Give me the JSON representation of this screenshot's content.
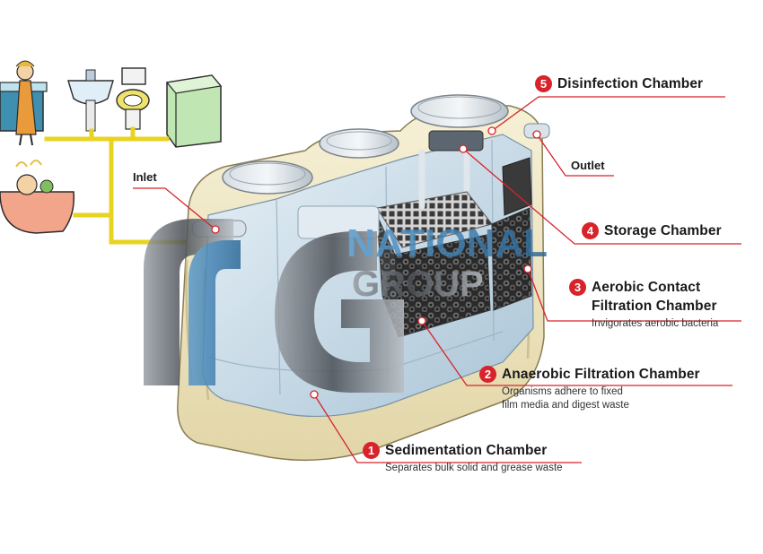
{
  "labels": {
    "inlet": "Inlet",
    "outlet": "Outlet"
  },
  "chambers": [
    {
      "number": "5",
      "title": "Disinfection Chamber",
      "description": ""
    },
    {
      "number": "4",
      "title": "Storage Chamber",
      "description": ""
    },
    {
      "number": "3",
      "title": "Aerobic Contact",
      "title2": "Filtration Chamber",
      "description": "Invigorates aerobic bacteria"
    },
    {
      "number": "2",
      "title": "Anaerobic Filtration Chamber",
      "description": "Organisms adhere to fixed",
      "description2": "film media and digest waste"
    },
    {
      "number": "1",
      "title": "Sedimentation Chamber",
      "description": "Separates bulk solid and grease waste"
    }
  ],
  "watermark": {
    "line1": "NATIONAL",
    "line2": "GROUP"
  },
  "colors": {
    "accent_red": "#d8232a",
    "pipe_yellow": "#e9d321",
    "tank_cream": "#efe7c6",
    "tank_blue": "#cfe0ec",
    "watermark_blue": "#3c7fb0"
  }
}
